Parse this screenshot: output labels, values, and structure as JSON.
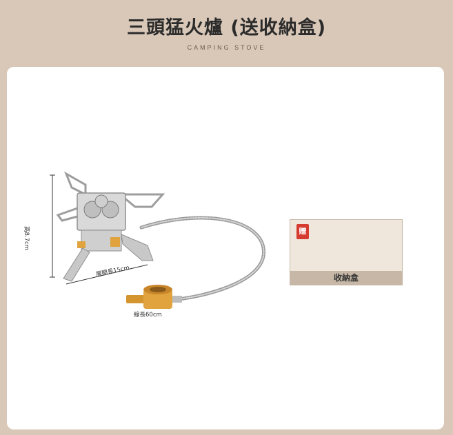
{
  "header": {
    "title": "三頭猛火爐 (送收納盒)",
    "subtitle": "CAMPING STOVE"
  },
  "dimensions": {
    "height": "高8.7cm",
    "width": "展開長15cm",
    "hose": "線長60cm"
  },
  "gift": {
    "badge": "贈",
    "label": "收納盒"
  },
  "colors": {
    "background": "#d9c8b8",
    "card": "#ffffff",
    "gift_badge": "#d63b2f",
    "box_orange": "#e0602f",
    "brass": "#d4952f"
  }
}
